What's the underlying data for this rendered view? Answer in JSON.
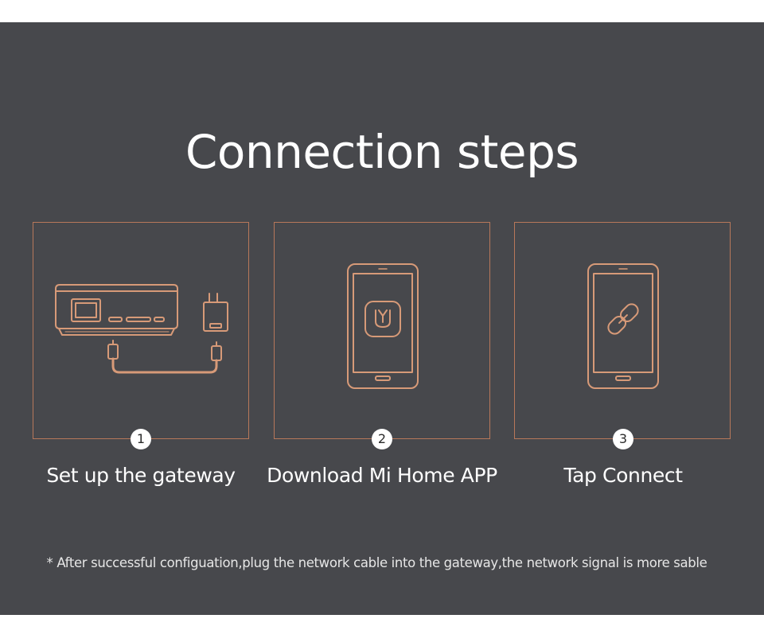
{
  "title": "Connection steps",
  "accent_color": "#b8785a",
  "background_color": "#47484c",
  "steps": [
    {
      "number": "1",
      "label": "Set up the gateway",
      "icon": "gateway-device-icon"
    },
    {
      "number": "2",
      "label": "Download Mi Home APP",
      "icon": "mi-home-app-icon"
    },
    {
      "number": "3",
      "label": "Tap Connect",
      "icon": "link-icon"
    }
  ],
  "footnote": "* After successful configuation,plug the network cable into the gateway,the network signal is more sable"
}
